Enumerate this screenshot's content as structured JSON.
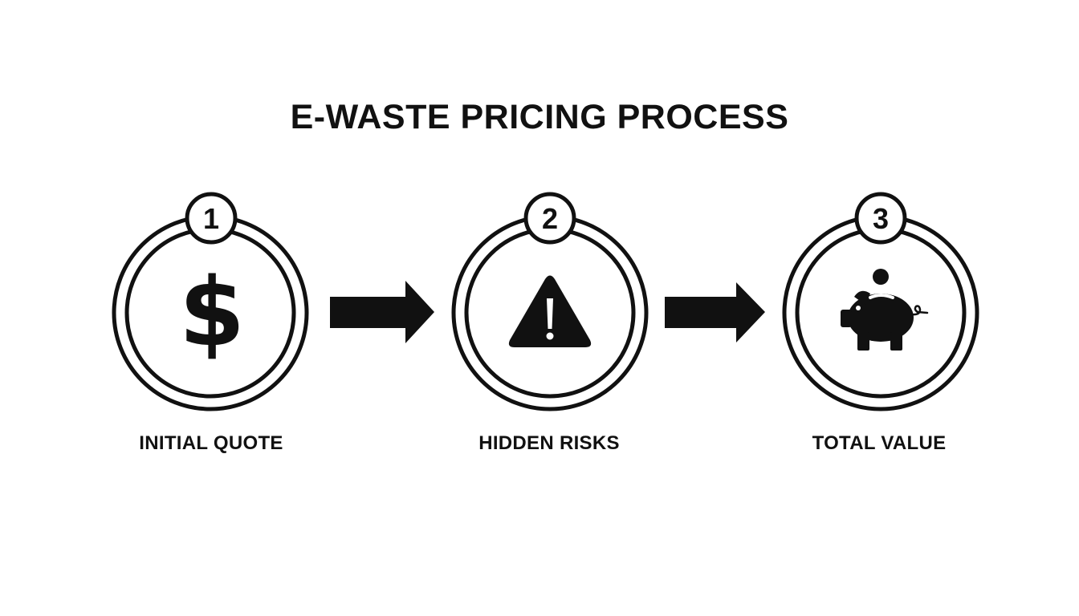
{
  "title": "E-WASTE PRICING PROCESS",
  "colors": {
    "ink": "#111111",
    "background": "#ffffff"
  },
  "steps": [
    {
      "number": "1",
      "label": "INITIAL QUOTE",
      "icon": "dollar-sign-icon",
      "glyph": "$"
    },
    {
      "number": "2",
      "label": "HIDDEN RISKS",
      "icon": "warning-triangle-icon",
      "glyph": "!"
    },
    {
      "number": "3",
      "label": "TOTAL VALUE",
      "icon": "piggy-bank-icon",
      "glyph": ""
    }
  ],
  "connectors": [
    {
      "from": "1",
      "to": "2",
      "icon": "arrow-right-icon"
    },
    {
      "from": "2",
      "to": "3",
      "icon": "arrow-right-icon"
    }
  ]
}
